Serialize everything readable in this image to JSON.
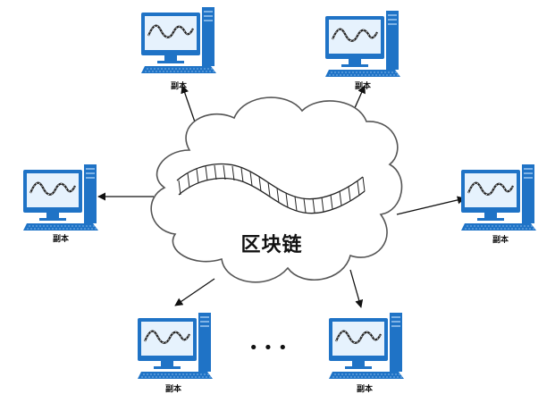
{
  "center_label": "区块链",
  "node_label": "副本",
  "ellipsis": "• • •",
  "colors": {
    "monitor_blue": "#1f73c6",
    "screen_light": "#e6f2fd",
    "cloud_stroke": "#555555",
    "arrow": "#111111"
  },
  "nodes": [
    {
      "id": "top-left"
    },
    {
      "id": "top-right"
    },
    {
      "id": "left"
    },
    {
      "id": "right"
    },
    {
      "id": "bottom-left"
    },
    {
      "id": "bottom-right"
    }
  ]
}
